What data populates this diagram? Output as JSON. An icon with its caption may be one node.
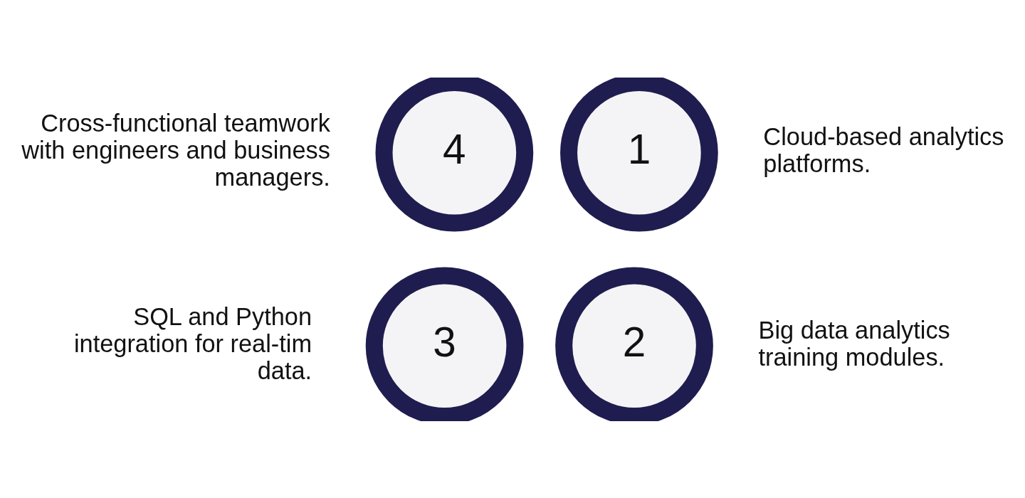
{
  "diagram": {
    "nodes": [
      {
        "text": [
          "4"
        ],
        "beside": [
          "Cross-functional teamwork with engineers and business managers."
        ]
      },
      {
        "text": [
          "1"
        ],
        "beside": [
          "Cloud-based analytics platforms."
        ]
      },
      {
        "text": [
          "3"
        ],
        "beside": [
          "SQL and Python integration for real-tim data."
        ]
      },
      {
        "text": [
          "2"
        ],
        "beside": [
          "Big data analytics training modules."
        ]
      }
    ]
  }
}
